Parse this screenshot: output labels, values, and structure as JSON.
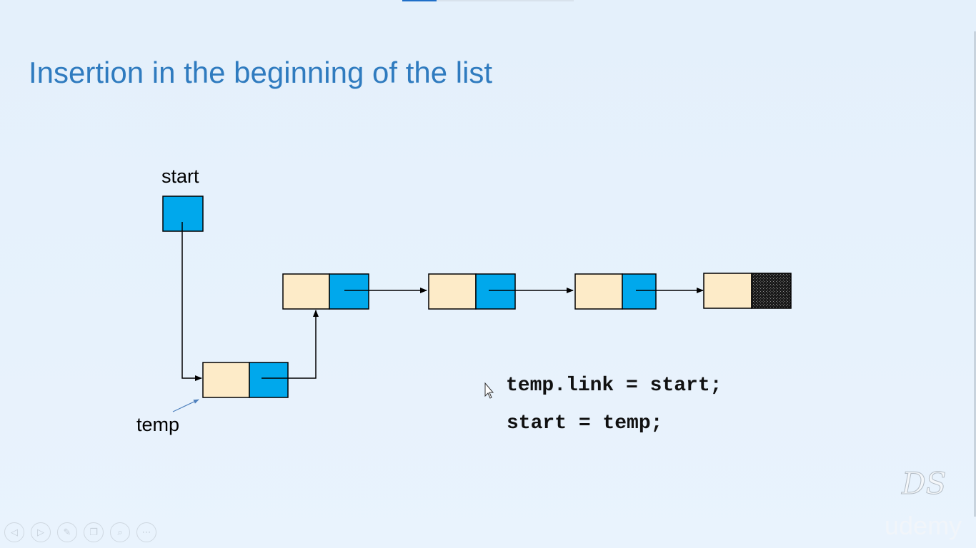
{
  "title": "Insertion in the beginning of the list",
  "labels": {
    "start": "start",
    "temp": "temp"
  },
  "code": {
    "line1": "temp.link = start;",
    "line2": "start = temp;"
  },
  "colors": {
    "title": "#2f7bbf",
    "info_cell": "#fdebc8",
    "link_cell": "#00a8ec",
    "background": "#e6f1fc"
  },
  "logo_text": "DS",
  "watermark_text": "udemy",
  "controls": [
    "previous-icon",
    "next-icon",
    "pen-icon",
    "slides-icon",
    "zoom-icon",
    "more-icon"
  ]
}
